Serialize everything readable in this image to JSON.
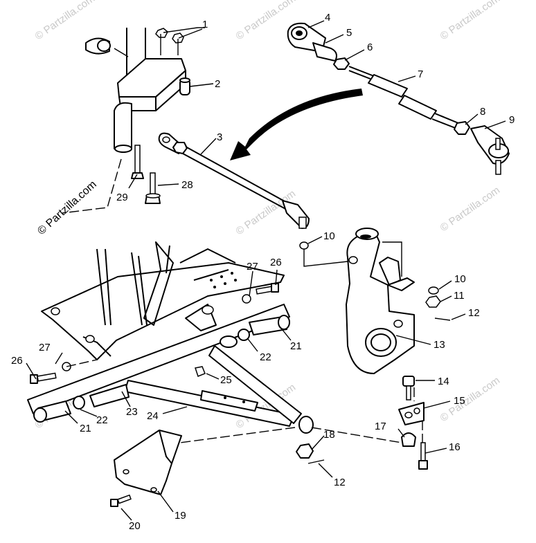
{
  "watermark": {
    "text": "© Partzilla.com",
    "color": "#c9c9c9"
  },
  "callouts": {
    "c1": "1",
    "c2": "2",
    "c3": "3",
    "c4": "4",
    "c5": "5",
    "c6": "6",
    "c7": "7",
    "c8": "8",
    "c9": "9",
    "c10a": "10",
    "c10b": "10",
    "c11": "11",
    "c12a": "12",
    "c12b": "12",
    "c13": "13",
    "c14": "14",
    "c15": "15",
    "c16": "16",
    "c17": "17",
    "c18": "18",
    "c19": "19",
    "c20": "20",
    "c21a": "21",
    "c21b": "21",
    "c22a": "22",
    "c22b": "22",
    "c23": "23",
    "c24": "24",
    "c25": "25",
    "c26a": "26",
    "c26b": "26",
    "c27a": "27",
    "c27b": "27",
    "c28": "28",
    "c29": "29"
  }
}
